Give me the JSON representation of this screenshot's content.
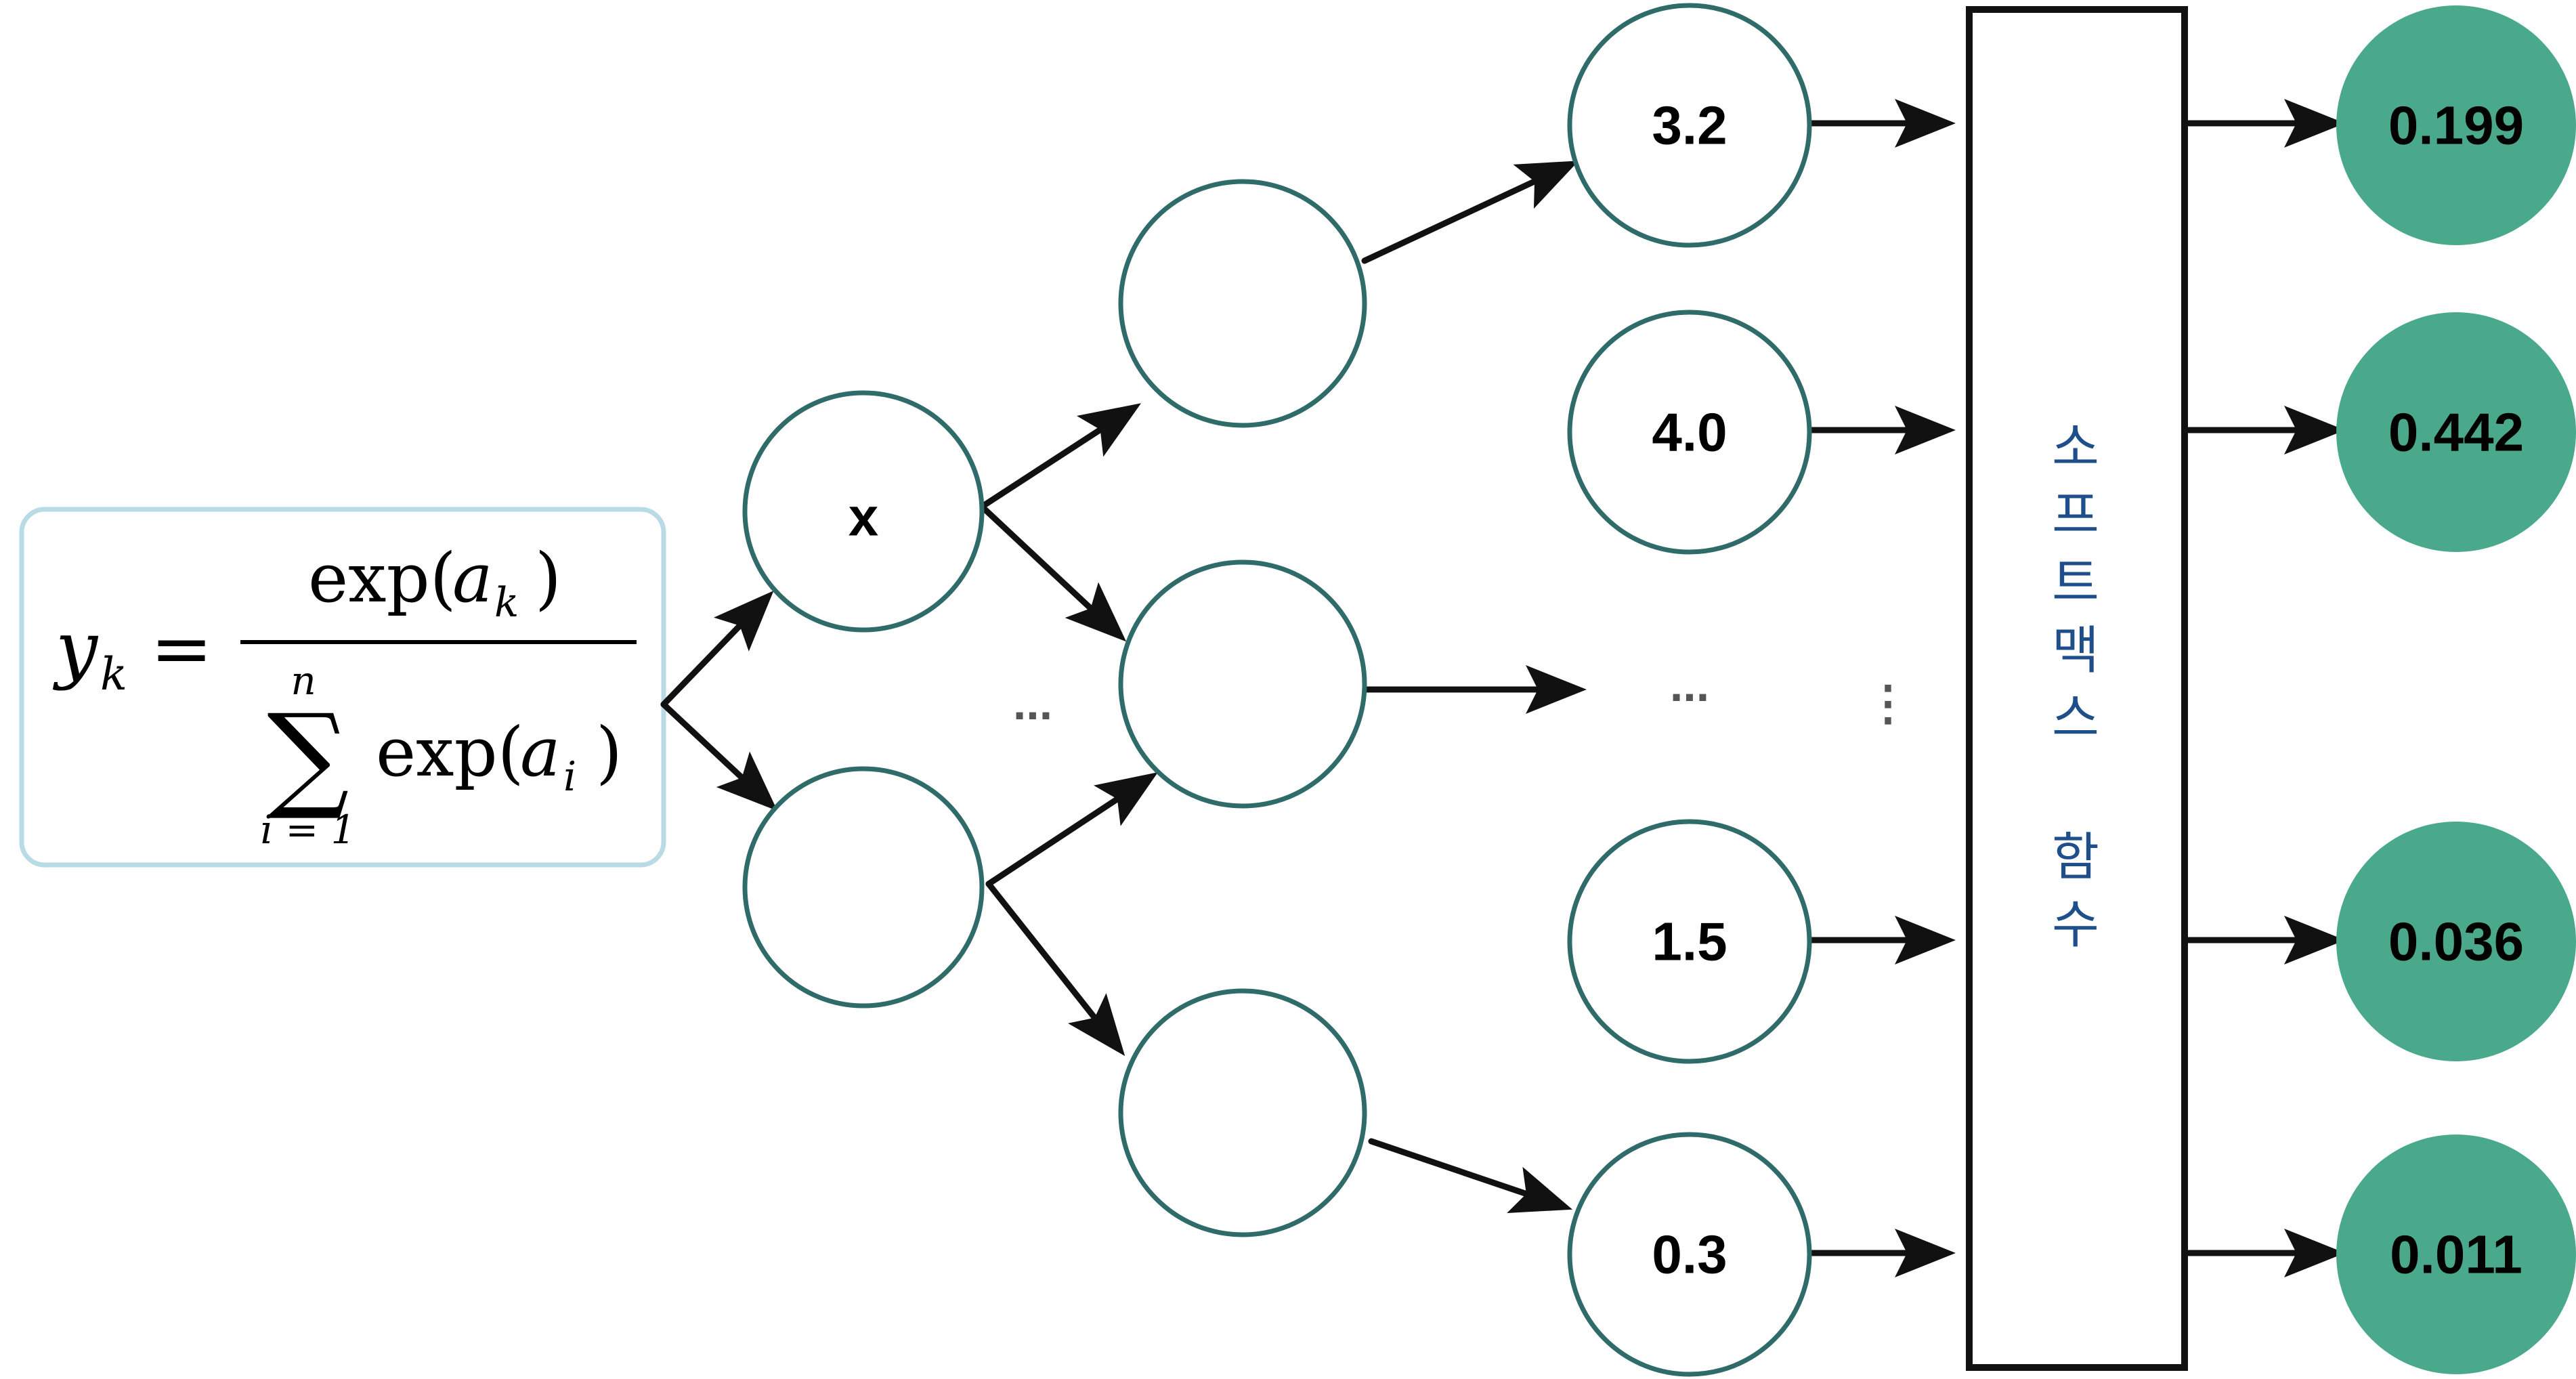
{
  "formula": {
    "lhs_var": "y",
    "lhs_sub": "k",
    "equals": "=",
    "numerator_fn": "exp(",
    "numerator_var": "a",
    "numerator_sub": "k",
    "close_paren": ")",
    "sum_symbol": "∑",
    "sum_upper": "n",
    "sum_lower": "i = 1",
    "denominator_fn": "exp(",
    "denominator_var": "a",
    "denominator_sub": "i"
  },
  "input_node_label": "x",
  "hidden_dots": "...",
  "score_nodes": [
    "3.2",
    "4.0",
    "...",
    "1.5",
    "0.3"
  ],
  "vertical_dots": "⋮",
  "softmax_box": {
    "chars": [
      "소",
      "프",
      "트",
      "맥",
      "스",
      "함",
      "수"
    ]
  },
  "output_nodes": [
    "0.199",
    "0.442",
    "0.036",
    "0.011"
  ],
  "colors": {
    "node_stroke": "#2f6b68",
    "output_fill": "#4aa98b",
    "softmax_text": "#1f4f8a",
    "formula_border": "#b9dbe6"
  }
}
